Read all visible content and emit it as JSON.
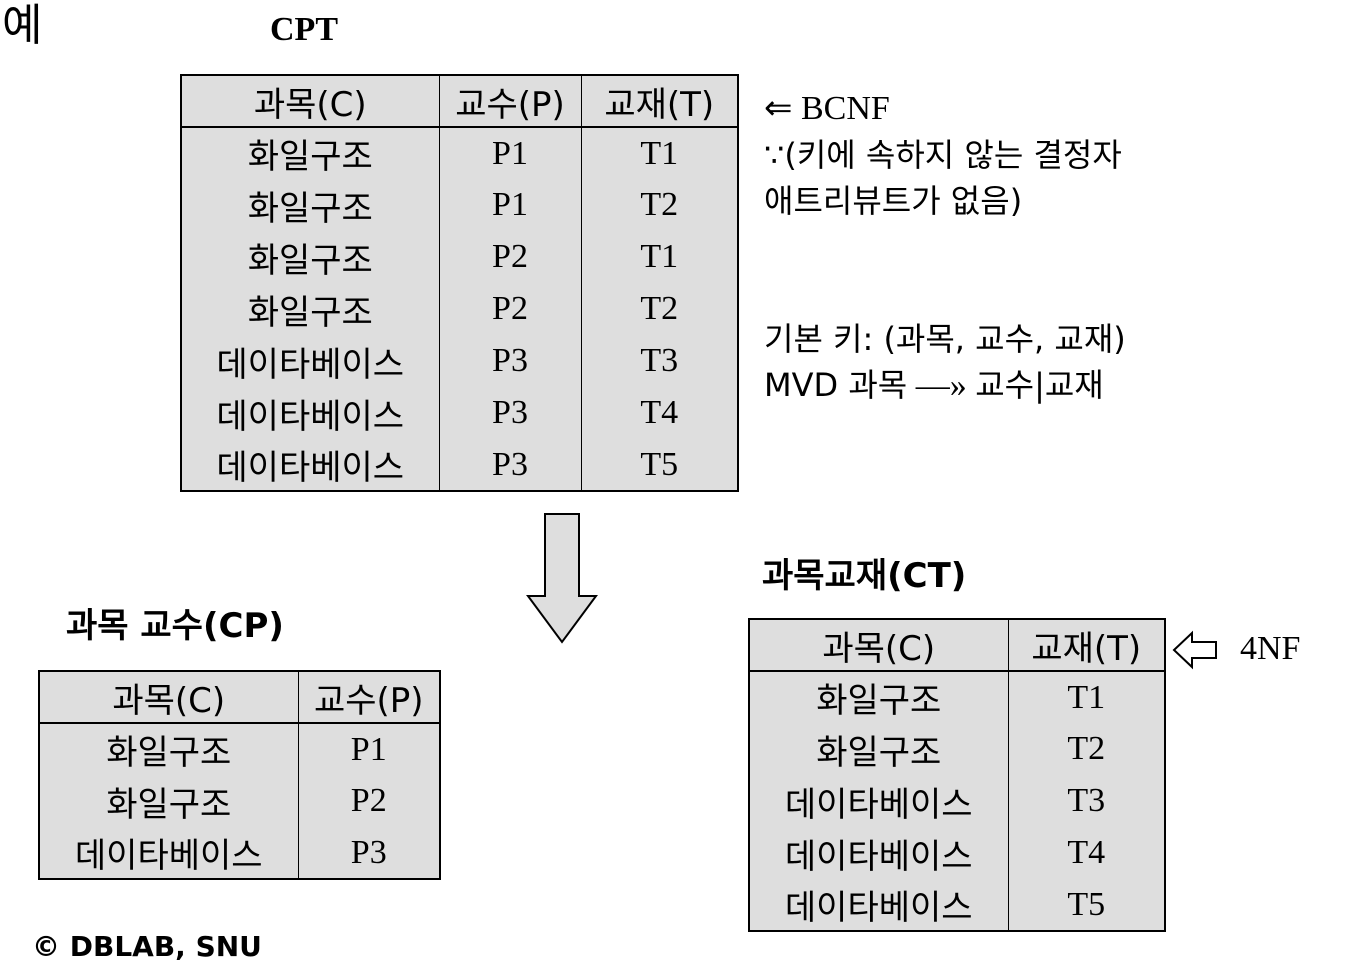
{
  "example_label": "예",
  "cpt": {
    "title": "CPT",
    "headers": [
      "과목(C)",
      "교수(P)",
      "교재(T)"
    ],
    "rows": [
      [
        "화일구조",
        "P1",
        "T1"
      ],
      [
        "화일구조",
        "P1",
        "T2"
      ],
      [
        "화일구조",
        "P2",
        "T1"
      ],
      [
        "화일구조",
        "P2",
        "T2"
      ],
      [
        "데이타베이스",
        "P3",
        "T3"
      ],
      [
        "데이타베이스",
        "P3",
        "T4"
      ],
      [
        "데이타베이스",
        "P3",
        "T5"
      ]
    ]
  },
  "bcnf_note": {
    "line1": "⇐ BCNF",
    "line2": "∵(키에 속하지 않는 결정자",
    "line3": "애트리뷰트가 없음)"
  },
  "key_note": {
    "line1": "기본 키: (과목, 교수, 교재)",
    "mvd_prefix": "MVD 과목",
    "mvd_arrow": "—»",
    "mvd_suffix": "교수|교재"
  },
  "cp": {
    "title": "과목 교수(CP)",
    "headers": [
      "과목(C)",
      "교수(P)"
    ],
    "rows": [
      [
        "화일구조",
        "P1"
      ],
      [
        "화일구조",
        "P2"
      ],
      [
        "데이타베이스",
        "P3"
      ]
    ]
  },
  "ct": {
    "title": "과목교재(CT)",
    "headers": [
      "과목(C)",
      "교재(T)"
    ],
    "rows": [
      [
        "화일구조",
        "T1"
      ],
      [
        "화일구조",
        "T2"
      ],
      [
        "데이타베이스",
        "T3"
      ],
      [
        "데이타베이스",
        "T4"
      ],
      [
        "데이타베이스",
        "T5"
      ]
    ],
    "note": "4NF"
  },
  "footer": "© DBLAB, SNU"
}
